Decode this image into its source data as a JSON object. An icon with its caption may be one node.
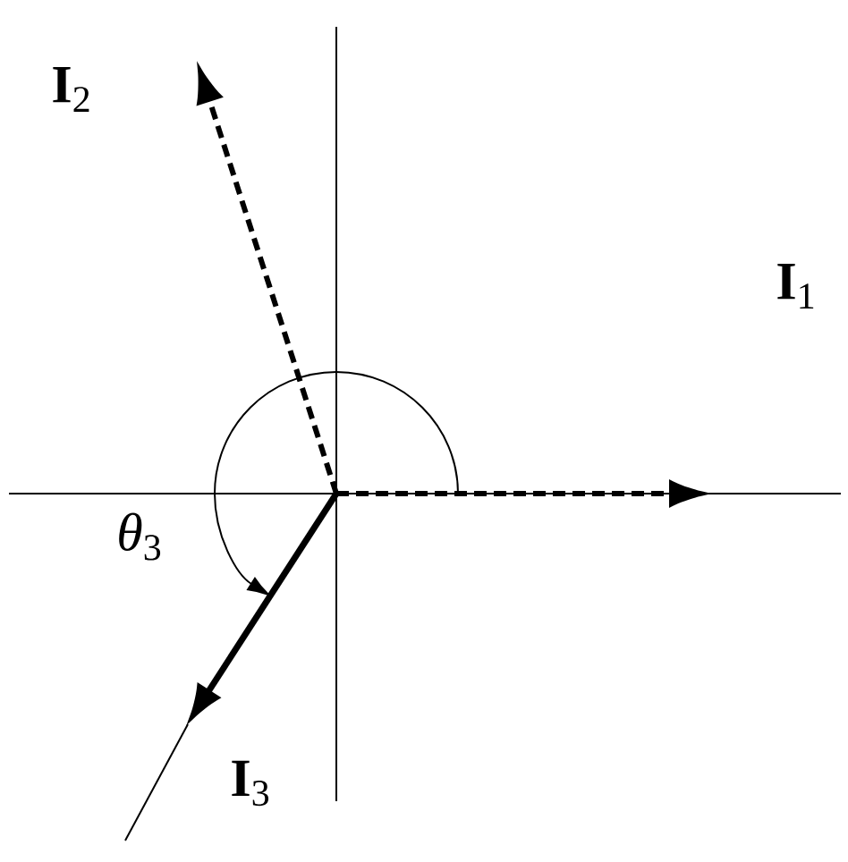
{
  "diagram": {
    "labels": [
      "**I**$_{2}$",
      "**I**$_{1}$",
      "*θ*$_{3}$",
      "**I**$_{3}$"
    ]
  }
}
